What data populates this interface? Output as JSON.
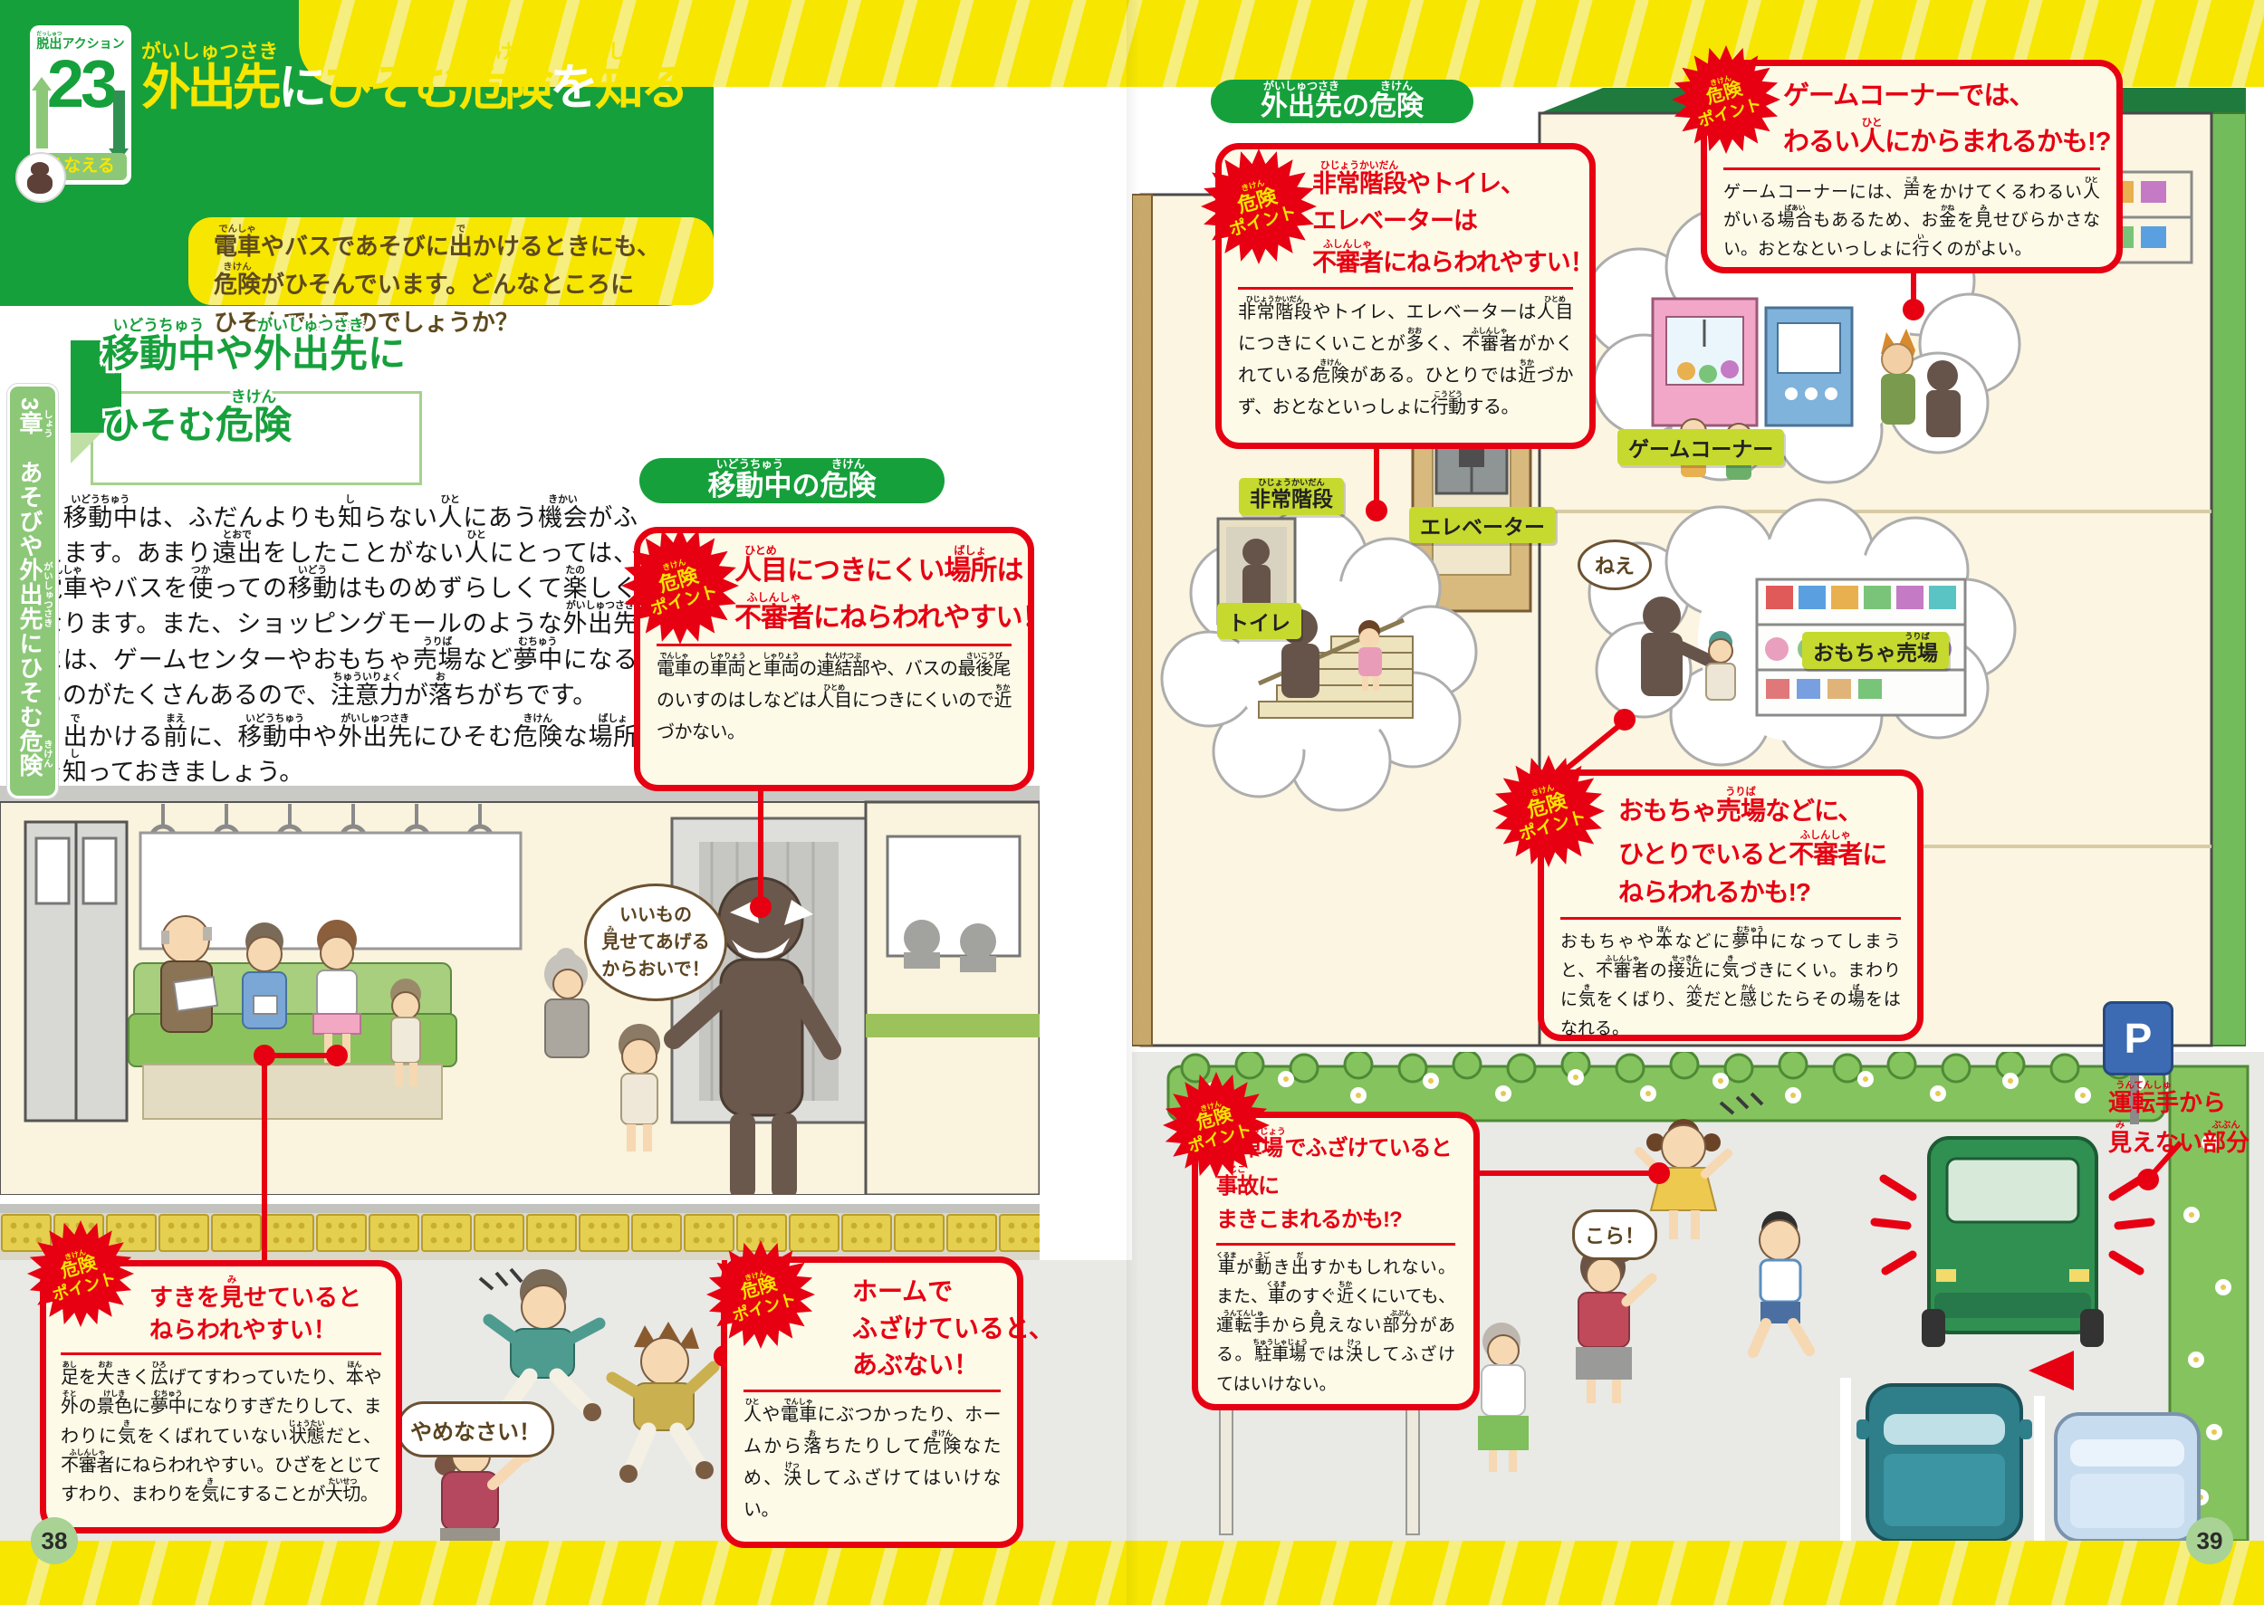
{
  "common": {
    "badge_line1": [
      {
        "t": "危険",
        "r": "きけん"
      }
    ],
    "badge_line2": "ポイント"
  },
  "header": {
    "series": [
      {
        "t": "脱出",
        "r": "だっしゅつ"
      },
      {
        "t": "アクション"
      }
    ],
    "action_number": "23",
    "category": "そなえる",
    "title_p1": [
      {
        "t": "外出先",
        "r": "がいしゅつさき"
      }
    ],
    "title_p2": [
      {
        "t": "に"
      }
    ],
    "title_p3": [
      {
        "t": "ひそむ"
      },
      {
        "t": "危険",
        "r": "きけん"
      }
    ],
    "title_p4": [
      {
        "t": "を"
      }
    ],
    "title_p5": [
      {
        "t": "知",
        "r": "し"
      },
      {
        "t": "る"
      }
    ],
    "intro_line1": [
      {
        "t": "電車",
        "r": "でんしゃ"
      },
      {
        "t": "やバスであそびに"
      },
      {
        "t": "出",
        "r": "で"
      },
      {
        "t": "かけるときにも、"
      },
      {
        "t": "危険",
        "r": "きけん"
      },
      {
        "t": "がひそんでいます。どんなところに"
      }
    ],
    "intro_line2": [
      {
        "t": "ひそんでいるのでしょうか？"
      }
    ]
  },
  "sidebar": {
    "chapter": [
      {
        "t": "3"
      },
      {
        "t": "章",
        "r": "しょう"
      },
      {
        "t": "　あそびや"
      },
      {
        "t": "外出先",
        "r": "がいしゅつさき"
      },
      {
        "t": "にひそむ"
      },
      {
        "t": "危険",
        "r": "きけん"
      }
    ]
  },
  "left_page": {
    "page_number": "38",
    "heading_line1": [
      {
        "t": "移動中",
        "r": "いどうちゅう"
      },
      {
        "t": "や"
      },
      {
        "t": "外出先",
        "r": "がいしゅつさき"
      },
      {
        "t": "に"
      }
    ],
    "heading_line2": [
      {
        "t": "ひそむ"
      },
      {
        "t": "危険",
        "r": "きけん"
      }
    ],
    "paragraph1": [
      {
        "t": "　"
      },
      {
        "t": "移動中",
        "r": "いどうちゅう"
      },
      {
        "t": "は、ふだんよりも"
      },
      {
        "t": "知",
        "r": "し"
      },
      {
        "t": "らない"
      },
      {
        "t": "人",
        "r": "ひと"
      },
      {
        "t": "にあう"
      },
      {
        "t": "機会",
        "r": "きかい"
      },
      {
        "t": "がふえます。あまり"
      },
      {
        "t": "遠出",
        "r": "とおで"
      },
      {
        "t": "をしたことがない"
      },
      {
        "t": "人",
        "r": "ひと"
      },
      {
        "t": "にとっては、"
      },
      {
        "t": "電車",
        "r": "でんしゃ"
      },
      {
        "t": "やバスを"
      },
      {
        "t": "使",
        "r": "つか"
      },
      {
        "t": "っての"
      },
      {
        "t": "移動",
        "r": "いどう"
      },
      {
        "t": "はものめずらしくて"
      },
      {
        "t": "楽",
        "r": "たの"
      },
      {
        "t": "しくなります。また、ショッピングモールのような"
      },
      {
        "t": "外出先",
        "r": "がいしゅつさき"
      },
      {
        "t": "には、ゲームセンターやおもちゃ"
      },
      {
        "t": "売場",
        "r": "うりば"
      },
      {
        "t": "など"
      },
      {
        "t": "夢中",
        "r": "むちゅう"
      },
      {
        "t": "になるものがたくさんあるので、"
      },
      {
        "t": "注意力",
        "r": "ちゅういりょく"
      },
      {
        "t": "が"
      },
      {
        "t": "落",
        "r": "お"
      },
      {
        "t": "ちがちです。"
      }
    ],
    "paragraph2": [
      {
        "t": "　"
      },
      {
        "t": "出",
        "r": "で"
      },
      {
        "t": "かける"
      },
      {
        "t": "前",
        "r": "まえ"
      },
      {
        "t": "に、"
      },
      {
        "t": "移動中",
        "r": "いどうちゅう"
      },
      {
        "t": "や"
      },
      {
        "t": "外出先",
        "r": "がいしゅつさき"
      },
      {
        "t": "にひそむ"
      },
      {
        "t": "危険",
        "r": "きけん"
      },
      {
        "t": "な"
      },
      {
        "t": "場所",
        "r": "ばしょ"
      },
      {
        "t": "を"
      },
      {
        "t": "知",
        "r": "し"
      },
      {
        "t": "っておきましょう。"
      }
    ],
    "section_tab": [
      {
        "t": "移動中",
        "r": "いどうちゅう"
      },
      {
        "t": "の"
      },
      {
        "t": "危険",
        "r": "きけん"
      }
    ],
    "danger_hidden_spots": {
      "title1": [
        {
          "t": "人目",
          "r": "ひとめ"
        },
        {
          "t": "につきにくい"
        },
        {
          "t": "場所",
          "r": "ばしょ"
        },
        {
          "t": "は"
        }
      ],
      "title2": [
        {
          "t": "不審者",
          "r": "ふしんしゃ"
        },
        {
          "t": "にねらわれやすい！"
        }
      ],
      "body": [
        {
          "t": "電車",
          "r": "でんしゃ"
        },
        {
          "t": "の"
        },
        {
          "t": "車両",
          "r": "しゃりょう"
        },
        {
          "t": "と"
        },
        {
          "t": "車両",
          "r": "しゃりょう"
        },
        {
          "t": "の"
        },
        {
          "t": "連結部",
          "r": "れんけつぶ"
        },
        {
          "t": "や、バスの"
        },
        {
          "t": "最後尾",
          "r": "さいこうび"
        },
        {
          "t": "のいすのはしなどは"
        },
        {
          "t": "人目",
          "r": "ひとめ"
        },
        {
          "t": "につきにくいので"
        },
        {
          "t": "近",
          "r": "ちか"
        },
        {
          "t": "づかない。"
        }
      ]
    },
    "danger_off_guard": {
      "title1": [
        {
          "t": "すきを"
        },
        {
          "t": "見",
          "r": "み"
        },
        {
          "t": "せていると"
        }
      ],
      "title2": [
        {
          "t": "ねらわれやすい！"
        }
      ],
      "body": [
        {
          "t": "足",
          "r": "あし"
        },
        {
          "t": "を"
        },
        {
          "t": "大",
          "r": "おお"
        },
        {
          "t": "きく"
        },
        {
          "t": "広",
          "r": "ひろ"
        },
        {
          "t": "げてすわっていたり、"
        },
        {
          "t": "本",
          "r": "ほん"
        },
        {
          "t": "や"
        },
        {
          "t": "外",
          "r": "そと"
        },
        {
          "t": "の"
        },
        {
          "t": "景色",
          "r": "けしき"
        },
        {
          "t": "に"
        },
        {
          "t": "夢中",
          "r": "むちゅう"
        },
        {
          "t": "になりすぎたりして、まわりに"
        },
        {
          "t": "気",
          "r": "き"
        },
        {
          "t": "をくばれていない"
        },
        {
          "t": "状態",
          "r": "じょうたい"
        },
        {
          "t": "だと、"
        },
        {
          "t": "不審者",
          "r": "ふしんしゃ"
        },
        {
          "t": "にねらわれやすい。ひざをとじてすわり、まわりを"
        },
        {
          "t": "気",
          "r": "き"
        },
        {
          "t": "にすることが"
        },
        {
          "t": "大切",
          "r": "たいせつ"
        },
        {
          "t": "。"
        }
      ]
    },
    "danger_platform": {
      "title1": [
        {
          "t": "ホームで"
        }
      ],
      "title2": [
        {
          "t": "ふざけていると、"
        }
      ],
      "title3": [
        {
          "t": "あぶない！"
        }
      ],
      "body": [
        {
          "t": "人",
          "r": "ひと"
        },
        {
          "t": "や"
        },
        {
          "t": "電車",
          "r": "でんしゃ"
        },
        {
          "t": "にぶつかったり、ホームから"
        },
        {
          "t": "落",
          "r": "お"
        },
        {
          "t": "ちたりして"
        },
        {
          "t": "危険",
          "r": "きけん"
        },
        {
          "t": "なため、"
        },
        {
          "t": "決",
          "r": "けっ"
        },
        {
          "t": "してふざけてはいけない。"
        }
      ]
    },
    "bubbles": {
      "lure": [
        {
          "t": "いいもの"
        },
        {
          "br": true
        },
        {
          "t": "見",
          "r": "み"
        },
        {
          "t": "せてあげる"
        },
        {
          "br": true
        },
        {
          "t": "からおいで！"
        }
      ],
      "scold": [
        {
          "t": "やめなさい！"
        }
      ]
    }
  },
  "right_page": {
    "page_number": "39",
    "section_tab": [
      {
        "t": "外出先",
        "r": "がいしゅつさき"
      },
      {
        "t": "の"
      },
      {
        "t": "危険",
        "r": "きけん"
      }
    ],
    "danger_stairs": {
      "title1": [
        {
          "t": "非常階段",
          "r": "ひじょうかいだん"
        },
        {
          "t": "やトイレ、"
        }
      ],
      "title2": [
        {
          "t": "エレベーターは"
        }
      ],
      "title3": [
        {
          "t": "不審者",
          "r": "ふしんしゃ"
        },
        {
          "t": "にねらわれやすい！"
        }
      ],
      "body": [
        {
          "t": "非常階段",
          "r": "ひじょうかいだん"
        },
        {
          "t": "やトイレ、エレベーターは"
        },
        {
          "t": "人目",
          "r": "ひとめ"
        },
        {
          "t": "につきにくいことが"
        },
        {
          "t": "多",
          "r": "おお"
        },
        {
          "t": "く、"
        },
        {
          "t": "不審者",
          "r": "ふしんしゃ"
        },
        {
          "t": "がかくれている"
        },
        {
          "t": "危険",
          "r": "きけん"
        },
        {
          "t": "がある。ひとりでは"
        },
        {
          "t": "近",
          "r": "ちか"
        },
        {
          "t": "づかず、おとなといっしょに"
        },
        {
          "t": "行動",
          "r": "こうどう"
        },
        {
          "t": "する。"
        }
      ]
    },
    "danger_game": {
      "title1": [
        {
          "t": "ゲームコーナーでは、"
        }
      ],
      "title2": [
        {
          "t": "わるい"
        },
        {
          "t": "人",
          "r": "ひと"
        },
        {
          "t": "にからまれるかも!?"
        }
      ],
      "body": [
        {
          "t": "ゲームコーナーには、"
        },
        {
          "t": "声",
          "r": "こえ"
        },
        {
          "t": "をかけてくるわるい"
        },
        {
          "t": "人",
          "r": "ひと"
        },
        {
          "t": "がいる"
        },
        {
          "t": "場合",
          "r": "ばあい"
        },
        {
          "t": "もあるため、お"
        },
        {
          "t": "金",
          "r": "かね"
        },
        {
          "t": "を"
        },
        {
          "t": "見",
          "r": "み"
        },
        {
          "t": "せびらかさない。おとなといっしょに"
        },
        {
          "t": "行",
          "r": "い"
        },
        {
          "t": "くのがよい。"
        }
      ]
    },
    "danger_toy": {
      "title1": [
        {
          "t": "おもちゃ"
        },
        {
          "t": "売場",
          "r": "うりば"
        },
        {
          "t": "などに、"
        }
      ],
      "title2": [
        {
          "t": "ひとりでいると"
        },
        {
          "t": "不審者",
          "r": "ふしんしゃ"
        },
        {
          "t": "に"
        }
      ],
      "title3": [
        {
          "t": "ねらわれるかも!?"
        }
      ],
      "body": [
        {
          "t": "おもちゃや"
        },
        {
          "t": "本",
          "r": "ほん"
        },
        {
          "t": "などに"
        },
        {
          "t": "夢中",
          "r": "むちゅう"
        },
        {
          "t": "になってしまうと、"
        },
        {
          "t": "不審者",
          "r": "ふしんしゃ"
        },
        {
          "t": "の"
        },
        {
          "t": "接近",
          "r": "せっきん"
        },
        {
          "t": "に"
        },
        {
          "t": "気",
          "r": "き"
        },
        {
          "t": "づきにくい。まわりに"
        },
        {
          "t": "気",
          "r": "き"
        },
        {
          "t": "をくばり、"
        },
        {
          "t": "変",
          "r": "へん"
        },
        {
          "t": "だと"
        },
        {
          "t": "感",
          "r": "かん"
        },
        {
          "t": "じたらその"
        },
        {
          "t": "場",
          "r": "ば"
        },
        {
          "t": "をはなれる。"
        }
      ]
    },
    "danger_parking": {
      "title1": [
        {
          "t": "駐車場",
          "r": "ちゅうしゃじょう"
        },
        {
          "t": "でふざけていると"
        }
      ],
      "title2": [
        {
          "t": "事故",
          "r": "じこ"
        },
        {
          "t": "に"
        }
      ],
      "title3": [
        {
          "t": "まきこまれるかも!?"
        }
      ],
      "body": [
        {
          "t": "車",
          "r": "くるま"
        },
        {
          "t": "が"
        },
        {
          "t": "動",
          "r": "うご"
        },
        {
          "t": "き"
        },
        {
          "t": "出",
          "r": "だ"
        },
        {
          "t": "すかもしれない。また、"
        },
        {
          "t": "車",
          "r": "くるま"
        },
        {
          "t": "のすぐ"
        },
        {
          "t": "近",
          "r": "ちか"
        },
        {
          "t": "くにいても、"
        },
        {
          "t": "運転手",
          "r": "うんてんしゅ"
        },
        {
          "t": "から"
        },
        {
          "t": "見",
          "r": "み"
        },
        {
          "t": "えない"
        },
        {
          "t": "部分",
          "r": "ぶぶん"
        },
        {
          "t": "がある。"
        },
        {
          "t": "駐車場",
          "r": "ちゅうしゃじょう"
        },
        {
          "t": "では"
        },
        {
          "t": "決",
          "r": "けっ"
        },
        {
          "t": "してふざけてはいけない。"
        }
      ]
    },
    "map_labels": {
      "emergency_stairs": [
        {
          "t": "非常階段",
          "r": "ひじょうかいだん"
        }
      ],
      "elevator": [
        {
          "t": "エレベーター"
        }
      ],
      "toilet": [
        {
          "t": "トイレ"
        }
      ],
      "game_corner": [
        {
          "t": "ゲームコーナー"
        }
      ],
      "toy_department": [
        {
          "t": "おもちゃ"
        },
        {
          "t": "売場",
          "r": "うりば"
        }
      ]
    },
    "driver_blindspot": {
      "line1": [
        {
          "t": "運転手",
          "r": "うんてんしゅ"
        },
        {
          "t": "から"
        }
      ],
      "line2": [
        {
          "t": "見",
          "r": "み"
        },
        {
          "t": "えない"
        },
        {
          "t": "部分",
          "r": "ぶぶん"
        }
      ]
    },
    "bubbles": {
      "nee": [
        {
          "t": "ねえ"
        }
      ],
      "kora": [
        {
          "t": "こら！"
        }
      ]
    },
    "parking_sign": "P"
  }
}
